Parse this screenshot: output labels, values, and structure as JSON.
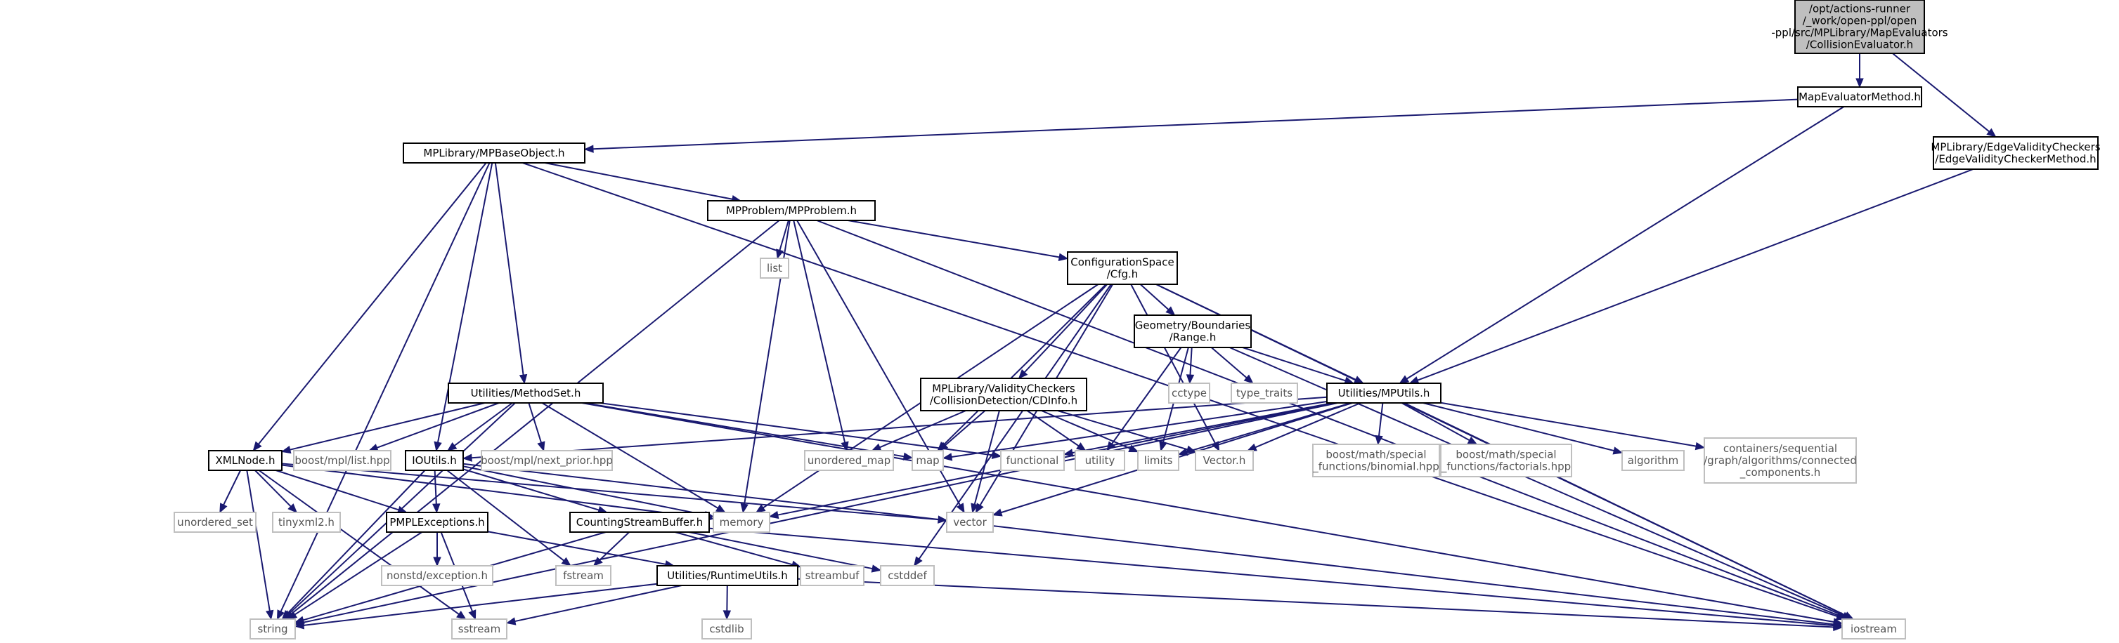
{
  "diagram": {
    "colors": {
      "edge": "#191970",
      "node_border": "#000000",
      "external_border": "#bfbfbf",
      "root_fill": "#bfbfbf",
      "node_fill": "#ffffff",
      "text": "#000000",
      "external_text": "#555555"
    },
    "nodes": [
      {
        "id": "root",
        "lines": [
          "/opt/actions-runner",
          "/_work/open-ppl/open",
          "-ppl/src/MPLibrary/MapEvaluators",
          "/CollisionEvaluator.h"
        ],
        "kind": "root"
      },
      {
        "id": "mapeval",
        "lines": [
          "MapEvaluatorMethod.h"
        ],
        "kind": "internal"
      },
      {
        "id": "edgevalid",
        "lines": [
          "MPLibrary/EdgeValidityCheckers",
          "/EdgeValidityCheckerMethod.h"
        ],
        "kind": "internal"
      },
      {
        "id": "mpbase",
        "lines": [
          "MPLibrary/MPBaseObject.h"
        ],
        "kind": "internal"
      },
      {
        "id": "mpproblem",
        "lines": [
          "MPProblem/MPProblem.h"
        ],
        "kind": "internal"
      },
      {
        "id": "list",
        "lines": [
          "list"
        ],
        "kind": "external"
      },
      {
        "id": "cfg",
        "lines": [
          "ConfigurationSpace",
          "/Cfg.h"
        ],
        "kind": "internal"
      },
      {
        "id": "range",
        "lines": [
          "Geometry/Boundaries",
          "/Range.h"
        ],
        "kind": "internal"
      },
      {
        "id": "cctype",
        "lines": [
          "cctype"
        ],
        "kind": "external"
      },
      {
        "id": "typetraits",
        "lines": [
          "type_traits"
        ],
        "kind": "external"
      },
      {
        "id": "methodset",
        "lines": [
          "Utilities/MethodSet.h"
        ],
        "kind": "internal"
      },
      {
        "id": "cdinfo",
        "lines": [
          "MPLibrary/ValidityCheckers",
          "/CollisionDetection/CDInfo.h"
        ],
        "kind": "internal"
      },
      {
        "id": "mputils",
        "lines": [
          "Utilities/MPUtils.h"
        ],
        "kind": "internal"
      },
      {
        "id": "xmlnode",
        "lines": [
          "XMLNode.h"
        ],
        "kind": "internal"
      },
      {
        "id": "mpllist",
        "lines": [
          "boost/mpl/list.hpp"
        ],
        "kind": "external"
      },
      {
        "id": "ioutils",
        "lines": [
          "IOUtils.h"
        ],
        "kind": "internal"
      },
      {
        "id": "nextprior",
        "lines": [
          "boost/mpl/next_prior.hpp"
        ],
        "kind": "external"
      },
      {
        "id": "unorderedmap",
        "lines": [
          "unordered_map"
        ],
        "kind": "external"
      },
      {
        "id": "map",
        "lines": [
          "map"
        ],
        "kind": "external"
      },
      {
        "id": "functional",
        "lines": [
          "functional"
        ],
        "kind": "external"
      },
      {
        "id": "utility",
        "lines": [
          "utility"
        ],
        "kind": "external"
      },
      {
        "id": "limits",
        "lines": [
          "limits"
        ],
        "kind": "external"
      },
      {
        "id": "vectorh",
        "lines": [
          "Vector.h"
        ],
        "kind": "external"
      },
      {
        "id": "binomial",
        "lines": [
          "boost/math/special",
          "_functions/binomial.hpp"
        ],
        "kind": "external"
      },
      {
        "id": "factorials",
        "lines": [
          "boost/math/special",
          "_functions/factorials.hpp"
        ],
        "kind": "external"
      },
      {
        "id": "algorithm",
        "lines": [
          "algorithm"
        ],
        "kind": "external"
      },
      {
        "id": "connected",
        "lines": [
          "containers/sequential",
          "/graph/algorithms/connected",
          "_components.h"
        ],
        "kind": "external"
      },
      {
        "id": "unorderedset",
        "lines": [
          "unordered_set"
        ],
        "kind": "external"
      },
      {
        "id": "tinyxml",
        "lines": [
          "tinyxml2.h"
        ],
        "kind": "external"
      },
      {
        "id": "memory",
        "lines": [
          "memory"
        ],
        "kind": "external"
      },
      {
        "id": "vector",
        "lines": [
          "vector"
        ],
        "kind": "external"
      },
      {
        "id": "pmplexc",
        "lines": [
          "PMPLExceptions.h"
        ],
        "kind": "internal"
      },
      {
        "id": "countingbuf",
        "lines": [
          "CountingStreamBuffer.h"
        ],
        "kind": "internal"
      },
      {
        "id": "nonstdexc",
        "lines": [
          "nonstd/exception.h"
        ],
        "kind": "external"
      },
      {
        "id": "fstream",
        "lines": [
          "fstream"
        ],
        "kind": "external"
      },
      {
        "id": "streambuf",
        "lines": [
          "streambuf"
        ],
        "kind": "external"
      },
      {
        "id": "cstddef",
        "lines": [
          "cstddef"
        ],
        "kind": "external"
      },
      {
        "id": "runtimeutils",
        "lines": [
          "Utilities/RuntimeUtils.h"
        ],
        "kind": "internal"
      },
      {
        "id": "string",
        "lines": [
          "string"
        ],
        "kind": "external"
      },
      {
        "id": "sstream",
        "lines": [
          "sstream"
        ],
        "kind": "external"
      },
      {
        "id": "iostream",
        "lines": [
          "iostream"
        ],
        "kind": "external"
      },
      {
        "id": "cstdlib",
        "lines": [
          "cstdlib"
        ],
        "kind": "external"
      }
    ],
    "edges": [
      [
        "root",
        "mapeval"
      ],
      [
        "root",
        "edgevalid"
      ],
      [
        "mapeval",
        "mpbase"
      ],
      [
        "mapeval",
        "mputils"
      ],
      [
        "edgevalid",
        "mputils"
      ],
      [
        "mpbase",
        "mpproblem"
      ],
      [
        "mpbase",
        "methodset"
      ],
      [
        "mpbase",
        "xmlnode"
      ],
      [
        "mpbase",
        "ioutils"
      ],
      [
        "mpbase",
        "string"
      ],
      [
        "mpbase",
        "iostream"
      ],
      [
        "mpproblem",
        "list"
      ],
      [
        "mpproblem",
        "cfg"
      ],
      [
        "mpproblem",
        "unorderedmap"
      ],
      [
        "mpproblem",
        "memory"
      ],
      [
        "mpproblem",
        "string"
      ],
      [
        "mpproblem",
        "vector"
      ],
      [
        "mpproblem",
        "iostream"
      ],
      [
        "cfg",
        "range"
      ],
      [
        "cfg",
        "cdinfo"
      ],
      [
        "cfg",
        "mputils"
      ],
      [
        "cfg",
        "map"
      ],
      [
        "cfg",
        "memory"
      ],
      [
        "cfg",
        "cstddef"
      ],
      [
        "cfg",
        "vectorh"
      ],
      [
        "cfg",
        "vector"
      ],
      [
        "cfg",
        "iostream"
      ],
      [
        "range",
        "cctype"
      ],
      [
        "range",
        "typetraits"
      ],
      [
        "range",
        "mputils"
      ],
      [
        "range",
        "utility"
      ],
      [
        "range",
        "limits"
      ],
      [
        "range",
        "iostream"
      ],
      [
        "methodset",
        "xmlnode"
      ],
      [
        "methodset",
        "mpllist"
      ],
      [
        "methodset",
        "ioutils"
      ],
      [
        "methodset",
        "nextprior"
      ],
      [
        "methodset",
        "map"
      ],
      [
        "methodset",
        "functional"
      ],
      [
        "methodset",
        "memory"
      ],
      [
        "methodset",
        "string"
      ],
      [
        "methodset",
        "iostream"
      ],
      [
        "cdinfo",
        "unorderedmap"
      ],
      [
        "cdinfo",
        "map"
      ],
      [
        "cdinfo",
        "utility"
      ],
      [
        "cdinfo",
        "limits"
      ],
      [
        "cdinfo",
        "vectorh"
      ],
      [
        "cdinfo",
        "vector"
      ],
      [
        "mputils",
        "ioutils"
      ],
      [
        "mputils",
        "map"
      ],
      [
        "mputils",
        "functional"
      ],
      [
        "mputils",
        "limits"
      ],
      [
        "mputils",
        "vectorh"
      ],
      [
        "mputils",
        "binomial"
      ],
      [
        "mputils",
        "factorials"
      ],
      [
        "mputils",
        "algorithm"
      ],
      [
        "mputils",
        "connected"
      ],
      [
        "mputils",
        "memory"
      ],
      [
        "mputils",
        "vector"
      ],
      [
        "mputils",
        "string"
      ],
      [
        "mputils",
        "iostream"
      ],
      [
        "xmlnode",
        "unorderedset"
      ],
      [
        "xmlnode",
        "tinyxml"
      ],
      [
        "xmlnode",
        "pmplexc"
      ],
      [
        "xmlnode",
        "memory"
      ],
      [
        "xmlnode",
        "vector"
      ],
      [
        "xmlnode",
        "string"
      ],
      [
        "xmlnode",
        "sstream"
      ],
      [
        "ioutils",
        "pmplexc"
      ],
      [
        "ioutils",
        "countingbuf"
      ],
      [
        "ioutils",
        "memory"
      ],
      [
        "ioutils",
        "fstream"
      ],
      [
        "ioutils",
        "string"
      ],
      [
        "ioutils",
        "iostream"
      ],
      [
        "pmplexc",
        "nonstdexc"
      ],
      [
        "pmplexc",
        "runtimeutils"
      ],
      [
        "pmplexc",
        "string"
      ],
      [
        "pmplexc",
        "sstream"
      ],
      [
        "countingbuf",
        "fstream"
      ],
      [
        "countingbuf",
        "streambuf"
      ],
      [
        "countingbuf",
        "cstddef"
      ],
      [
        "countingbuf",
        "string"
      ],
      [
        "countingbuf",
        "iostream"
      ],
      [
        "runtimeutils",
        "cstdlib"
      ],
      [
        "runtimeutils",
        "string"
      ],
      [
        "runtimeutils",
        "sstream"
      ],
      [
        "runtimeutils",
        "iostream"
      ]
    ]
  }
}
